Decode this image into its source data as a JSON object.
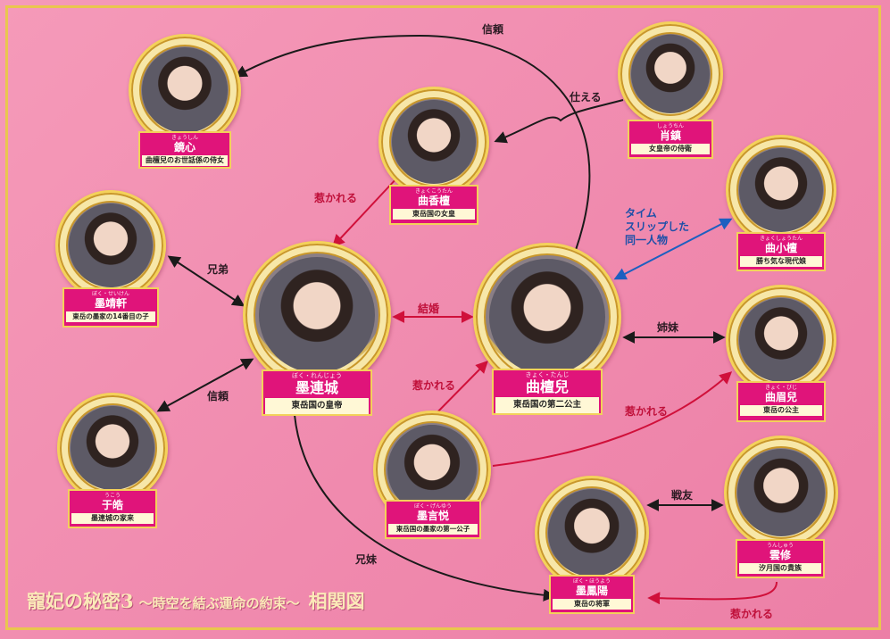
{
  "title": {
    "main": "寵妃の秘密3",
    "sub": "〜時空を結ぶ運命の約束〜",
    "tag": "相関図"
  },
  "characters": {
    "kyoushin": {
      "reading": "きょうしん",
      "name": "鏡心",
      "role": "曲檀兒のお世話係の侍女"
    },
    "shouchin": {
      "reading": "しょうちん",
      "name": "肖鎮",
      "role": "女皇帝の侍衛"
    },
    "kyokukoutan": {
      "reading": "きょくこうたん",
      "name": "曲香檀",
      "role": "東岳国の女皇"
    },
    "kyokushoutan": {
      "reading": "きょくしょうたん",
      "name": "曲小檀",
      "role": "勝ち気な現代娘"
    },
    "bokuseiken": {
      "reading": "ぼく・せいけん",
      "name": "墨靖軒",
      "role": "東岳の墨家の14番目の子"
    },
    "bokurenjou": {
      "reading": "ぼく・れんじょう",
      "name": "墨連城",
      "role": "東岳国の皇帝"
    },
    "kyokutanji": {
      "reading": "きょく・たんじ",
      "name": "曲檀兒",
      "role": "東岳国の第二公主"
    },
    "kyokubiji": {
      "reading": "きょく・びじ",
      "name": "曲眉兒",
      "role": "東岳の公主"
    },
    "ukou": {
      "reading": "うこう",
      "name": "于皓",
      "role": "墨連城の家来"
    },
    "bokugenyuu": {
      "reading": "ぼく・げんゆう",
      "name": "墨言悦",
      "role": "東岳国の墨家の第一公子"
    },
    "unshuu": {
      "reading": "うんしゅう",
      "name": "雲修",
      "role": "汐月国の貴族"
    },
    "bokufuuyou": {
      "reading": "ぼく・ほうよう",
      "name": "墨鳳陽",
      "role": "東岳の将軍"
    }
  },
  "relations": {
    "shinrai_top": "信頼",
    "tsukaeru": "仕える",
    "hikareru_1": "惹かれる",
    "time_slip": [
      "タイム",
      "スリップした",
      "同一人物"
    ],
    "kyoudai": "兄弟",
    "kekkon": "結婚",
    "shimai": "姉妹",
    "shinrai_left": "信頼",
    "hikareru_2": "惹かれる",
    "hikareru_3": "惹かれる",
    "senyuu": "戦友",
    "kyoumai": "兄妹",
    "hikareru_4": "惹かれる"
  },
  "colors": {
    "background": "#f08aae",
    "frame": "#e9c64e",
    "label": "#e0147a",
    "arrow_black": "#1a1a1a",
    "arrow_red": "#d0103a",
    "arrow_blue": "#1d5fc0",
    "title_text": "#fbe9b8"
  }
}
